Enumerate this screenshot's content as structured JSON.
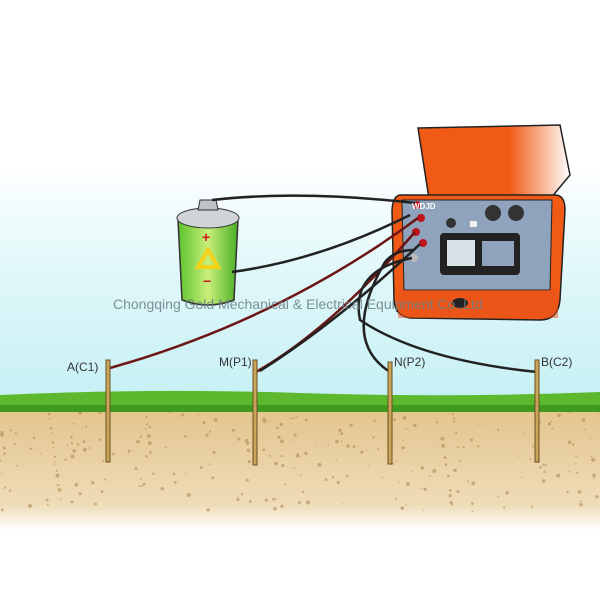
{
  "watermark": "Chongqing Gold Mechanical & Electrical Equipment Co.,Ltd",
  "device": {
    "brand_label": "WDJD"
  },
  "electrodes": [
    {
      "label": "A(C1)"
    },
    {
      "label": "M(P1)"
    },
    {
      "label": "N(P2)"
    },
    {
      "label": "B(C2)"
    }
  ],
  "battery": {
    "plus": "+",
    "minus": "−"
  },
  "colors": {
    "sky": "#c9f1f6",
    "grass": "#5db82e",
    "soil": "#e9cf9e",
    "device": "#f05a14",
    "wire_red": "#8b1a1a"
  }
}
